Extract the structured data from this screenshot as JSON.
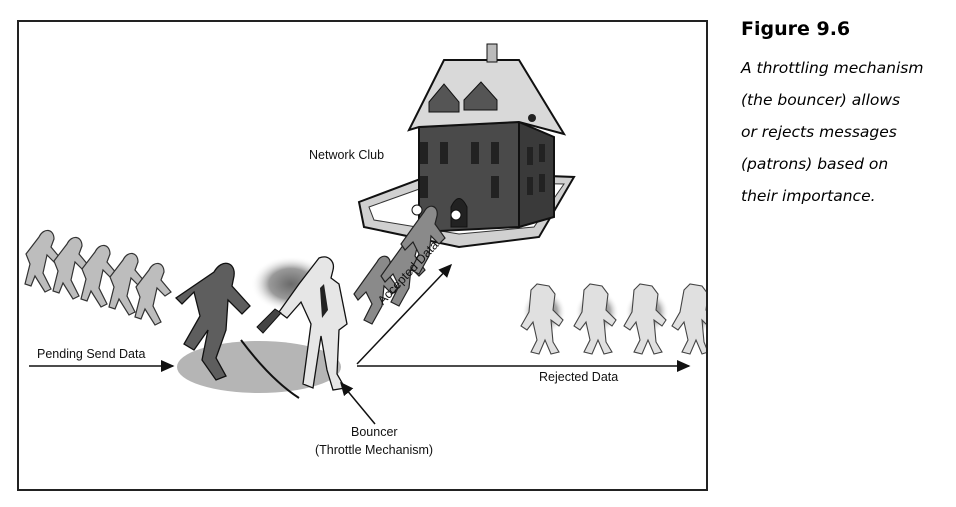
{
  "diagram": {
    "labels": {
      "network_club": "Network Club",
      "pending_send_data": "Pending Send Data",
      "accepted_data": "Accepted Data",
      "rejected_data": "Rejected Data",
      "bouncer_line1": "Bouncer",
      "bouncer_line2": "(Throttle Mechanism)"
    },
    "colors": {
      "frame": "#222222",
      "building_dark": "#4a4a4a",
      "roof": "#d9d9d9",
      "shadow": "#b5b5b5",
      "figure_dark": "#5e5e5e",
      "figure_light": "#bdbdbd"
    }
  },
  "caption": {
    "figure_title": "Figure 9.6",
    "lines": [
      "A throttling mechanism",
      "(the bouncer) allows",
      "or rejects messages",
      "(patrons) based on",
      "their importance."
    ]
  }
}
